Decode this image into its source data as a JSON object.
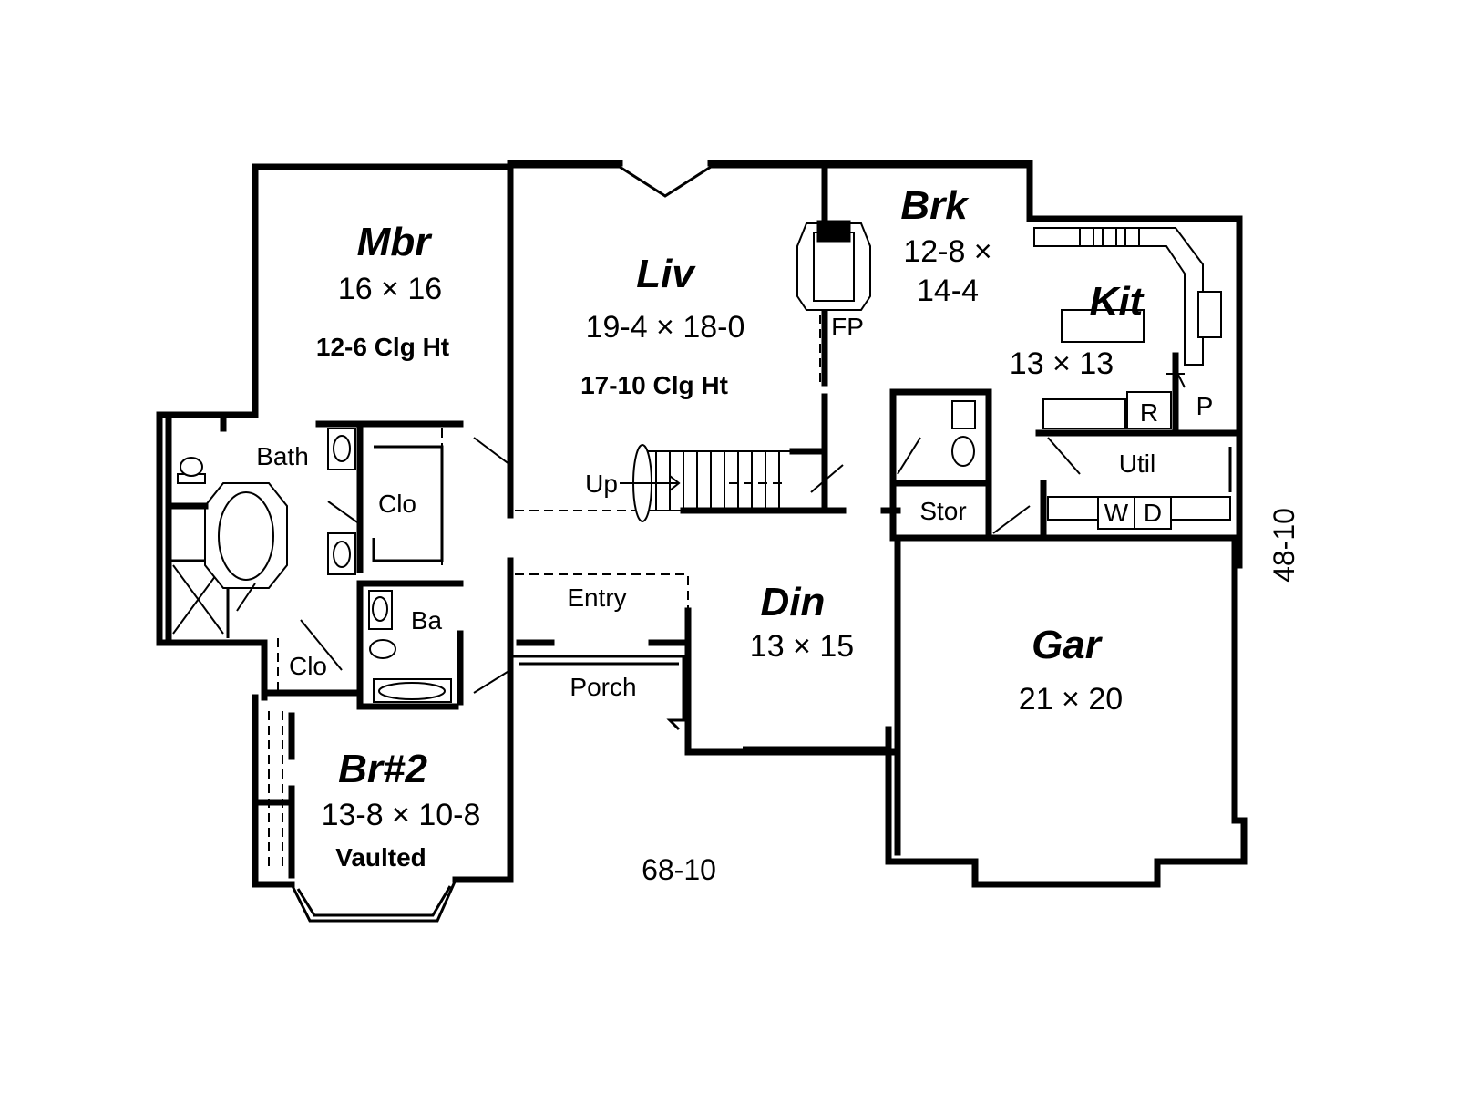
{
  "rooms": {
    "mbr": {
      "name": "Mbr",
      "dim": "16 × 16",
      "note": "12-6 Clg Ht"
    },
    "liv": {
      "name": "Liv",
      "dim": "19-4 × 18-0",
      "note": "17-10 Clg Ht"
    },
    "brk": {
      "name": "Brk",
      "dim_line1": "12-8 ×",
      "dim_line2": "14-4"
    },
    "kit": {
      "name": "Kit",
      "dim": "13 × 13"
    },
    "din": {
      "name": "Din",
      "dim": "13 × 15"
    },
    "gar": {
      "name": "Gar",
      "dim": "21 × 20"
    },
    "br2": {
      "name": "Br#2",
      "dim": "13-8 × 10-8",
      "note": "Vaulted"
    }
  },
  "labels": {
    "bath": "Bath",
    "clo_master": "Clo",
    "ba": "Ba",
    "clo_hall": "Clo",
    "up": "Up",
    "fp": "FP",
    "entry": "Entry",
    "porch": "Porch",
    "stor": "Stor",
    "util": "Util",
    "washer": "W",
    "dryer": "D",
    "refrigerator": "R",
    "pantry": "P"
  },
  "dimensions": {
    "overall_width": "68-10",
    "overall_depth": "48-10"
  }
}
